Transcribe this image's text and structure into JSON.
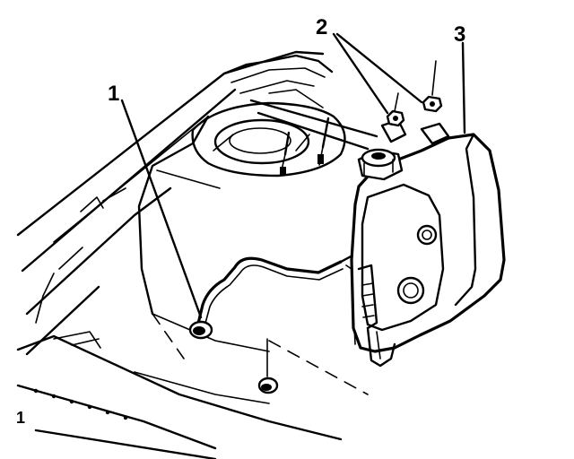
{
  "callouts": [
    {
      "number": "1",
      "part": "washer-hose"
    },
    {
      "number": "2",
      "part": "nuts"
    },
    {
      "number": "3",
      "part": "reservoir"
    }
  ],
  "corner_mark": "1"
}
